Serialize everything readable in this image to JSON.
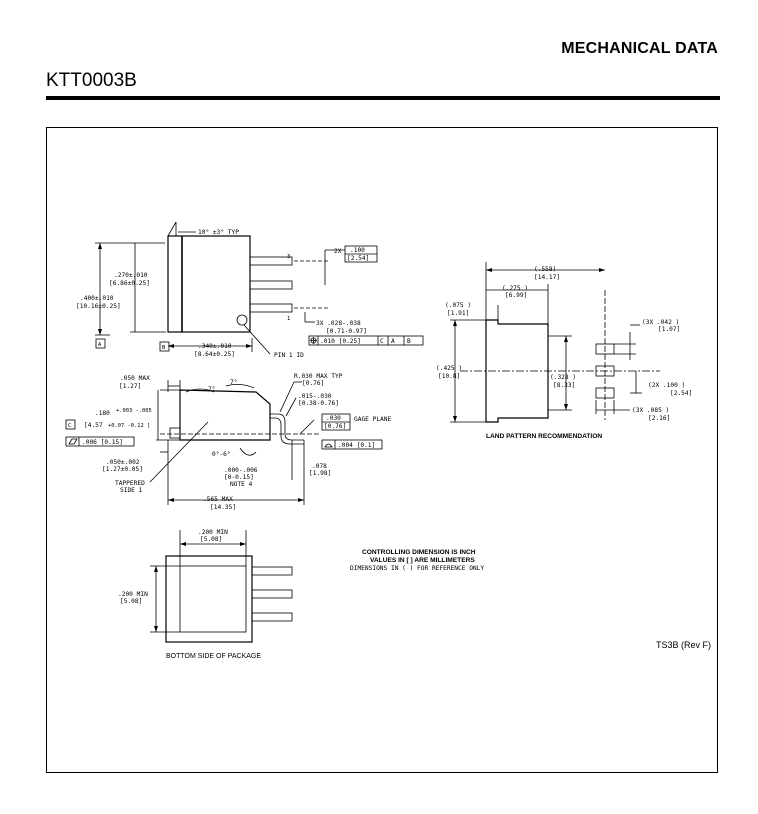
{
  "header": {
    "section_title": "MECHANICAL DATA",
    "package_code": "KTT0003B"
  },
  "drawing": {
    "side_view": {
      "draft_angle": "10° ±3° TYP",
      "pin_2x": "2X",
      "pitch_in": ".100",
      "pitch_mm": "[2.54]",
      "pin_label_3": "3",
      "pin_label_1": "1",
      "lead_width": "3X .028-.038",
      "lead_width_mm": "[0.71-0.97]",
      "position_tol": ".010 [0.25]",
      "datum_c": "C",
      "datum_a": "A",
      "datum_b": "B",
      "height_270": ".270±.010",
      "height_270_mm": "[6.86±0.25]",
      "height_400": ".400±.010",
      "height_400_mm": "[10.16±0.25]",
      "body_340": ".340±.010",
      "body_340_mm": "[8.64±0.25]",
      "pin1_id": "PIN 1 ID"
    },
    "front_view": {
      "dim_050_max": ".050  MAX",
      "dim_050_max_mm": "[1.27]",
      "angle_7a": "7°",
      "angle_7b": "7°",
      "radius": "R.030  MAX TYP",
      "radius_mm": "[0.76]",
      "lead_thk": ".015-.030",
      "lead_thk_mm": "[0.38-0.76]",
      "height_180": ".180",
      "height_180_tol": "+.003 -.005",
      "height_457": "[4.57",
      "height_457_tol": "+0.07 -0.12 ]",
      "gage_in": ".030",
      "gage_mm": "[0.76]",
      "gage_plane": "GAGE PLANE",
      "flatness": ".006 [0.15]",
      "profile": ".004 [0.1]",
      "angle_0_6": "0°-6°",
      "standoff_050": ".050±.002",
      "standoff_050_mm": "[1.27±0.05]",
      "standoff_000": ".000-.006",
      "standoff_000_mm": "[0-0.15]",
      "note4": "NOTE 4",
      "foot_078": ".078",
      "foot_078_mm": "[1.98]",
      "tapered_1": "TAPPERED",
      "tapered_2": "SIDE 1",
      "length_565": ".565   MAX",
      "length_565_mm": "[14.35]"
    },
    "land_pattern": {
      "overall_in": "(.558)",
      "overall_mm": "[14.17]",
      "pad_275_in": "(.275  )",
      "pad_275_mm": "[6.99]",
      "pad_075_in": "(.075  )",
      "pad_075_mm": "[1.91]",
      "h_425_in": "(.425  )",
      "h_425_mm": "[10.8]",
      "h_328_in": "(.328  )",
      "h_328_mm": "[8.33]",
      "w_042_in": "(3X .042  )",
      "w_042_mm": "[1.07]",
      "p_100_in": "(2X .100  )",
      "p_100_mm": "[2.54]",
      "l_085_in": "(3X .085  )",
      "l_085_mm": "[2.16]",
      "caption": "LAND PATTERN RECOMMENDATION"
    },
    "bottom_view": {
      "width_in": ".200 MIN",
      "width_mm": "[5.08]",
      "height_in": ".200 MIN",
      "height_mm": "[5.08]",
      "caption": "BOTTOM SIDE OF PACKAGE"
    },
    "notes": {
      "line1": "CONTROLLING DIMENSION IS INCH",
      "line2": "VALUES IN [ ] ARE MILLIMETERS",
      "line3": "DIMENSIONS IN (  ) FOR REFERENCE ONLY"
    },
    "revision": "TS3B (Rev F)"
  }
}
